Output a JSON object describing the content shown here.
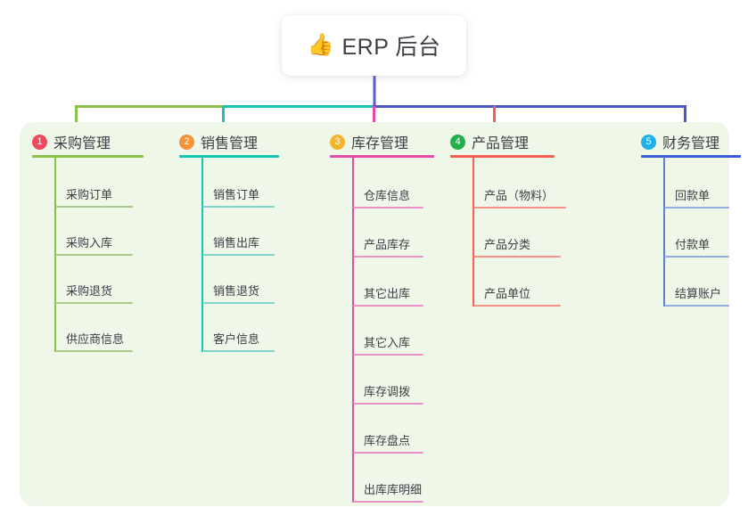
{
  "diagram": {
    "type": "mindmap",
    "root": {
      "icon": "thumbs-up-icon",
      "emoji": "👍",
      "title": "ERP 后台"
    },
    "panel_background": "#eef7e8",
    "root_stem_color": "#5b5bd6",
    "columns": [
      {
        "number": "1",
        "label": "采购管理",
        "badge_color": "#ec4b5e",
        "rule_color": "#8cc24a",
        "stem_color": "#8cc24a",
        "leaf_line_color": "#a9cc8a",
        "leaf_rule_color": "#a9cc8a",
        "items": [
          "采购订单",
          "采购入库",
          "采购退货",
          "供应商信息"
        ]
      },
      {
        "number": "2",
        "label": "销售管理",
        "badge_color": "#f39237",
        "rule_color": "#17c3b2",
        "stem_color": "#17c3b2",
        "leaf_line_color": "#7fd4cb",
        "leaf_rule_color": "#7fd4cb",
        "items": [
          "销售订单",
          "销售出库",
          "销售退货",
          "客户信息"
        ]
      },
      {
        "number": "3",
        "label": "库存管理",
        "badge_color": "#f5b52a",
        "rule_color": "#e64ba8",
        "stem_color": "#e04d9e",
        "leaf_line_color": "#eb8fc4",
        "leaf_rule_color": "#eb8fc4",
        "items": [
          "仓库信息",
          "产品库存",
          "其它出库",
          "其它入库",
          "库存调拨",
          "库存盘点",
          "出库库明细"
        ]
      },
      {
        "number": "4",
        "label": "产品管理",
        "badge_color": "#21b14b",
        "rule_color": "#f4604f",
        "stem_color": "#f4604f",
        "leaf_line_color": "#f59287",
        "leaf_rule_color": "#f59287",
        "items": [
          "产品（物料）",
          "产品分类",
          "产品单位"
        ]
      },
      {
        "number": "5",
        "label": "财务管理",
        "badge_color": "#1eb2e8",
        "rule_color": "#3b5bd9",
        "stem_color": "#5b7fd4",
        "leaf_line_color": "#93aee0",
        "leaf_rule_color": "#93aee0",
        "items": [
          "回款单",
          "付款单",
          "结算账户"
        ]
      }
    ]
  }
}
